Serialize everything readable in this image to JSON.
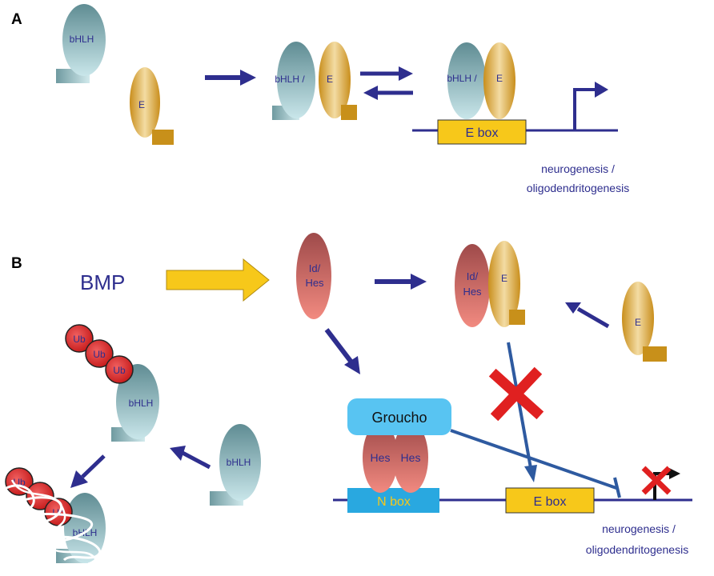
{
  "panels": {
    "a": {
      "letter": "A"
    },
    "b": {
      "letter": "B"
    }
  },
  "labels": {
    "bhlh": "bHLH",
    "e": "E",
    "bhlh_slash": "bHLH /",
    "e_box": "E box",
    "n_box": "N box",
    "neuro_line1": "neurogenesis /",
    "neuro_line2": "oligodendritogenesis",
    "bmp": "BMP",
    "id": "Id/",
    "hes": "Hes",
    "groucho": "Groucho",
    "ub": "Ub"
  },
  "colors": {
    "arrow": "#2e2e8e",
    "text": "#2e2e8e",
    "bhlh_protein": "#8fb8bd",
    "e_protein": "#c8901a",
    "id_hes_protein": "#d96060",
    "e_box_fill": "#f7c81a",
    "n_box_fill": "#29a8e0",
    "groucho_fill": "#58c4f2",
    "ub_fill": "#dc2626",
    "red_x": "#e02020"
  }
}
